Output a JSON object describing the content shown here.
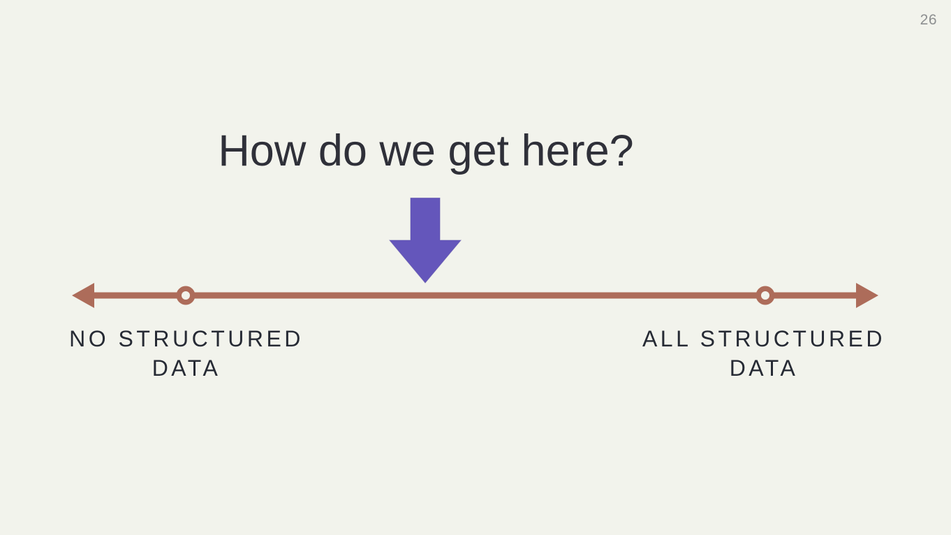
{
  "page": {
    "number": "26"
  },
  "title": {
    "text": "How do we get here?"
  },
  "spectrum": {
    "left_label_line1": "NO STRUCTURED",
    "left_label_line2": "DATA",
    "right_label_line1": "ALL STRUCTURED",
    "right_label_line2": "DATA"
  },
  "icons": {
    "down_arrow": "down-arrow-icon",
    "left_arrowhead": "left-arrowhead-icon",
    "right_arrowhead": "right-arrowhead-icon",
    "left_marker": "left-marker-dot",
    "right_marker": "right-marker-dot"
  },
  "colors": {
    "background": "#f2f3ec",
    "line": "#ad6c5a",
    "arrow": "#6456bb",
    "arrow_edge": "#594ca8",
    "title_text": "#2f3039",
    "label_text": "#262a34",
    "page_number": "#8d8f90"
  }
}
